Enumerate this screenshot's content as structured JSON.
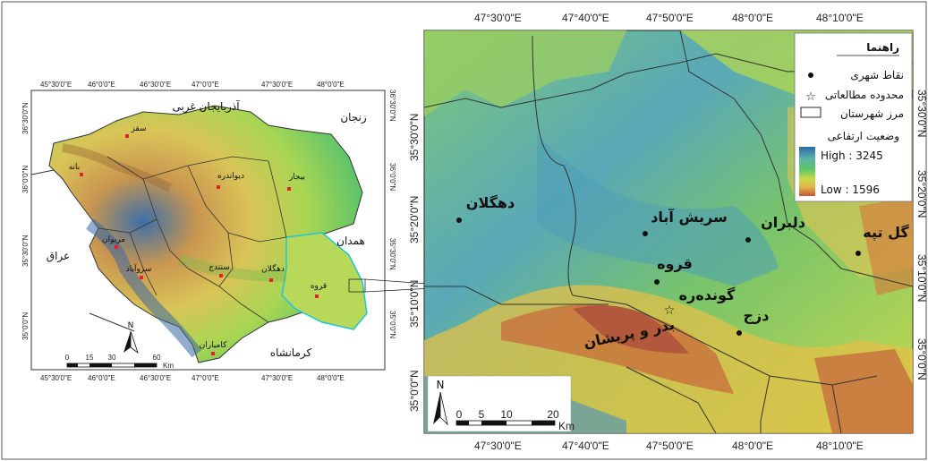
{
  "left_map": {
    "top_coords": [
      "45°30'0\"E",
      "46°0'0\"E",
      "46°30'0\"E",
      "47°0'0\"E",
      "47°30'0\"E",
      "48°0'0\"E"
    ],
    "bottom_coords": [
      "45°30'0\"E",
      "46°0'0\"E",
      "46°30'0\"E",
      "47°0'0\"E",
      "47°30'0\"E",
      "48°0'0\"E"
    ],
    "left_coords": [
      "36°30'0\"N",
      "36°0'0\"N",
      "35°30'0\"N",
      "35°0'0\"N"
    ],
    "right_coords": [
      "36°30'0\"N",
      "36°0'0\"N",
      "35°30'0\"N",
      "35°0'0\"N"
    ],
    "neighbors": {
      "azerbaijan": "آذربایجان غربی",
      "zanjan": "زنجان",
      "iraq": "عراق",
      "hamedan": "همدان",
      "kermanshah": "کرمانشاه"
    },
    "cities": {
      "saqqez": "سقز",
      "baneh": "بانه",
      "divandarreh": "دیواندره",
      "bijar": "بیجار",
      "marivan": "مریوان",
      "sarvabad": "سروآباد",
      "sanandaj": "سنندج",
      "dehgolan": "دهگلان",
      "qorveh": "قروه",
      "kamyaran": "کامیاران"
    },
    "north": "N",
    "scale": {
      "ticks": [
        "0",
        "15",
        "30",
        "60"
      ],
      "unit": "Km"
    }
  },
  "right_map": {
    "top_coords": [
      "47°30'0\"E",
      "47°40'0\"E",
      "47°50'0\"E",
      "48°0'0\"E",
      "48°10'0\"E"
    ],
    "bottom_coords": [
      "47°30'0\"E",
      "47°40'0\"E",
      "47°50'0\"E",
      "48°0'0\"E",
      "48°10'0\"E"
    ],
    "left_coords": [
      "35°30'0\"N",
      "35°20'0\"N",
      "35°10'0\"N",
      "35°0'0\"N"
    ],
    "right_coords": [
      "35°30'0\"N",
      "35°20'0\"N",
      "35°10'0\"N",
      "35°0'0\"N"
    ],
    "places": {
      "dehgolan": "دهگلان",
      "serishabad": "سریش آباد",
      "delbaran": "دلبران",
      "goltappeh": "گل تپه",
      "qorveh": "قروه",
      "gonvandareh": "گونده‌ره",
      "badr": "بدر و پریشان",
      "dezaj": "دزج"
    },
    "north": "N",
    "scale": {
      "ticks": [
        "0",
        "5",
        "10",
        "20"
      ],
      "unit": "Km"
    }
  },
  "legend": {
    "title": "راهنما",
    "city_points": "نقاط شهری",
    "study_area": "محدوده مطالعاتی",
    "county_border": "مرز شهرستان",
    "elevation": "وضعیت ارتفاعی",
    "high": "High : 3245",
    "low": "Low : 1596"
  },
  "colors": {
    "county_border": "#333333",
    "study_outline": "#1fc6d6",
    "city_dot": "#e8202a",
    "ramp": [
      "#3a6fb0",
      "#66b6b0",
      "#55c46a",
      "#b7d84a",
      "#e8c84a",
      "#d9853a",
      "#b8483a"
    ]
  }
}
